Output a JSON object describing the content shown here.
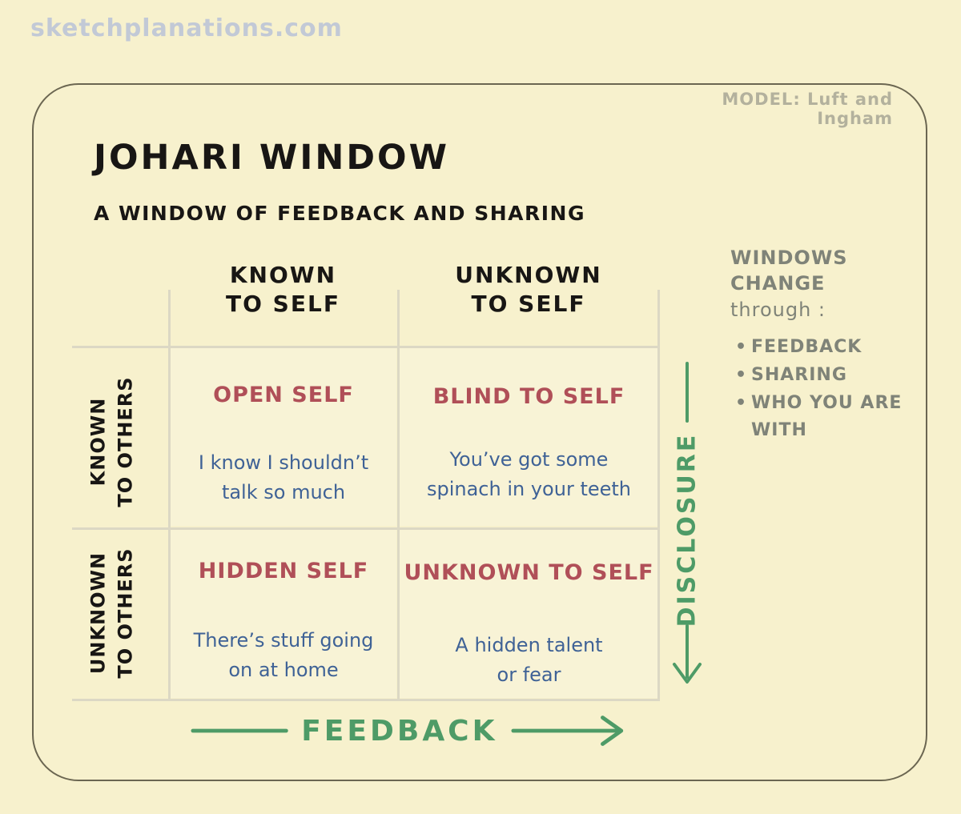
{
  "page": {
    "watermark": "sketchplanations.com",
    "model_credit": "MODEL: Luft and Ingham"
  },
  "header": {
    "title": "JOHARI WINDOW",
    "subtitle": "A WINDOW OF FEEDBACK AND SHARING"
  },
  "grid": {
    "col_headers": [
      {
        "line1": "KNOWN",
        "line2": "TO SELF"
      },
      {
        "line1": "UNKNOWN",
        "line2": "TO SELF"
      }
    ],
    "row_headers": [
      {
        "line1": "KNOWN",
        "line2": "TO OTHERS"
      },
      {
        "line1": "UNKNOWN",
        "line2": "TO OTHERS"
      }
    ],
    "cells": [
      {
        "title": "OPEN SELF",
        "line1": "I know I shouldn’t",
        "line2": "talk so much"
      },
      {
        "title": "BLIND TO SELF",
        "line1": "You’ve got some",
        "line2": "spinach in your teeth"
      },
      {
        "title": "HIDDEN SELF",
        "line1": "There’s stuff going",
        "line2": "on at home"
      },
      {
        "title": "UNKNOWN TO SELF",
        "line1": "A hidden talent",
        "line2": "or fear"
      }
    ]
  },
  "notes": {
    "heading": "WINDOWS CHANGE",
    "sub_heading": "through :",
    "bullets": [
      "FEEDBACK",
      "SHARING",
      "WHO YOU ARE WITH"
    ]
  },
  "axes": {
    "feedback_label": "FEEDBACK",
    "disclosure_label": "DISCLOSURE"
  },
  "colors": {
    "bg": "#f7f1cd",
    "ink": "#181614",
    "red": "#b04f58",
    "blue": "#3f6296",
    "green": "#4e9b67",
    "gray": "#7f8378",
    "faded": "#b3b19d",
    "gridline": "#dcd8c4",
    "frame": "#6b6651",
    "watermark": "#c2c9d6"
  }
}
